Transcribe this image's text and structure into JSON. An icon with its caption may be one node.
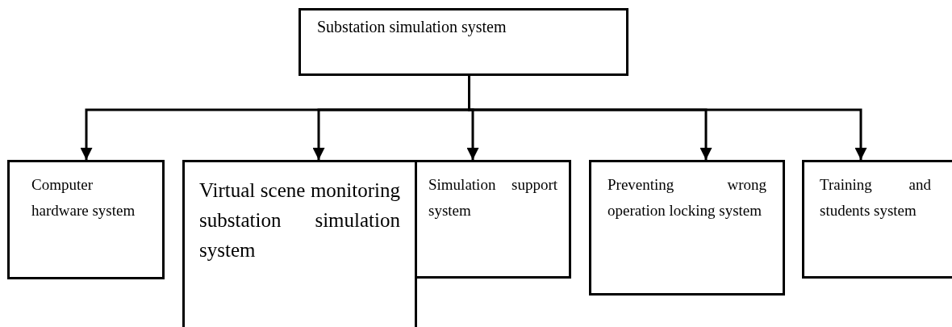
{
  "diagram": {
    "nodes": [
      {
        "text": [
          "Substation simulation system"
        ]
      },
      {
        "text": [
          "Computer hardware system"
        ]
      },
      {
        "text": [
          "Virtual scene monitoring substation simulation system"
        ]
      },
      {
        "text": [
          "Simulation support system"
        ]
      },
      {
        "text": [
          "Preventing wrong operation locking system"
        ]
      },
      {
        "text": [
          "Training and students system"
        ]
      }
    ],
    "edges": [
      {
        "from": 0,
        "to": 1,
        "arrow": "to"
      },
      {
        "from": 0,
        "to": 2,
        "arrow": "to"
      },
      {
        "from": 0,
        "to": 3,
        "arrow": "to"
      },
      {
        "from": 0,
        "to": 4,
        "arrow": "to"
      },
      {
        "from": 0,
        "to": 5,
        "arrow": "to"
      }
    ]
  }
}
